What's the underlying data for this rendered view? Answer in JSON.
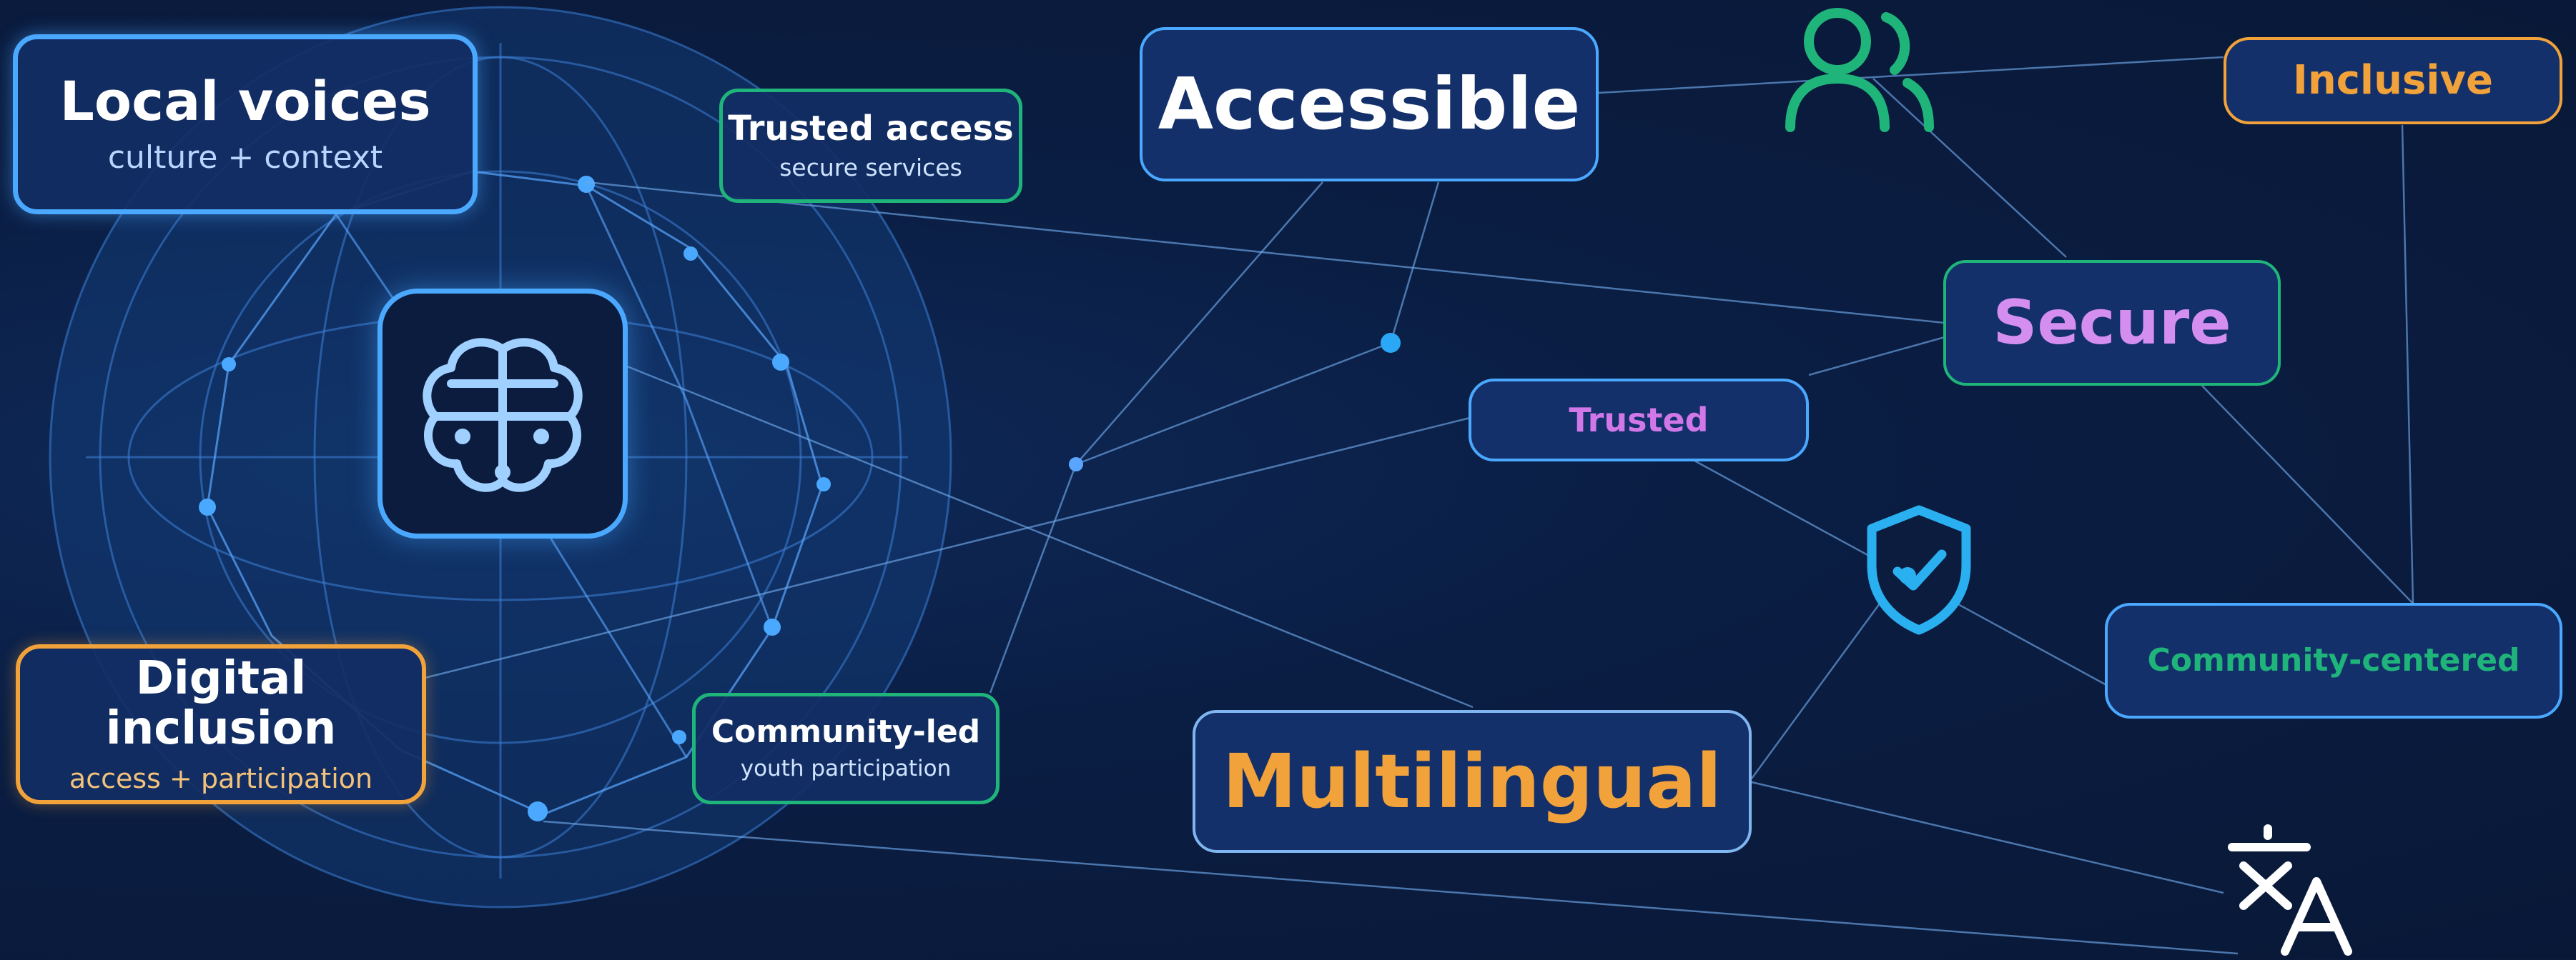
{
  "cards": {
    "local_voices": {
      "title": "Local voices",
      "subtitle": "culture + context"
    },
    "trusted_access": {
      "title": "Trusted access",
      "subtitle": "secure services"
    },
    "digital_inclusion": {
      "title": "Digital inclusion",
      "subtitle": "access + participation"
    },
    "community_led": {
      "title": "Community-led",
      "subtitle": "youth participation"
    }
  },
  "labels": {
    "accessible": "Accessible",
    "inclusive": "Inclusive",
    "secure": "Secure",
    "trusted": "Trusted",
    "community_centered": "Community-centered",
    "multilingual": "Multilingual"
  },
  "icons": [
    "brain-cloud-icon",
    "users-icon",
    "shield-check-icon",
    "translate-icon"
  ],
  "colors": {
    "background": "#0a1a3a",
    "node_fill": "#13306a",
    "blue_border": "#4aa8ff",
    "green": "#1fb57a",
    "orange": "#f2a23a",
    "violet": "#d48ef0",
    "cyan": "#2ab0f0"
  }
}
